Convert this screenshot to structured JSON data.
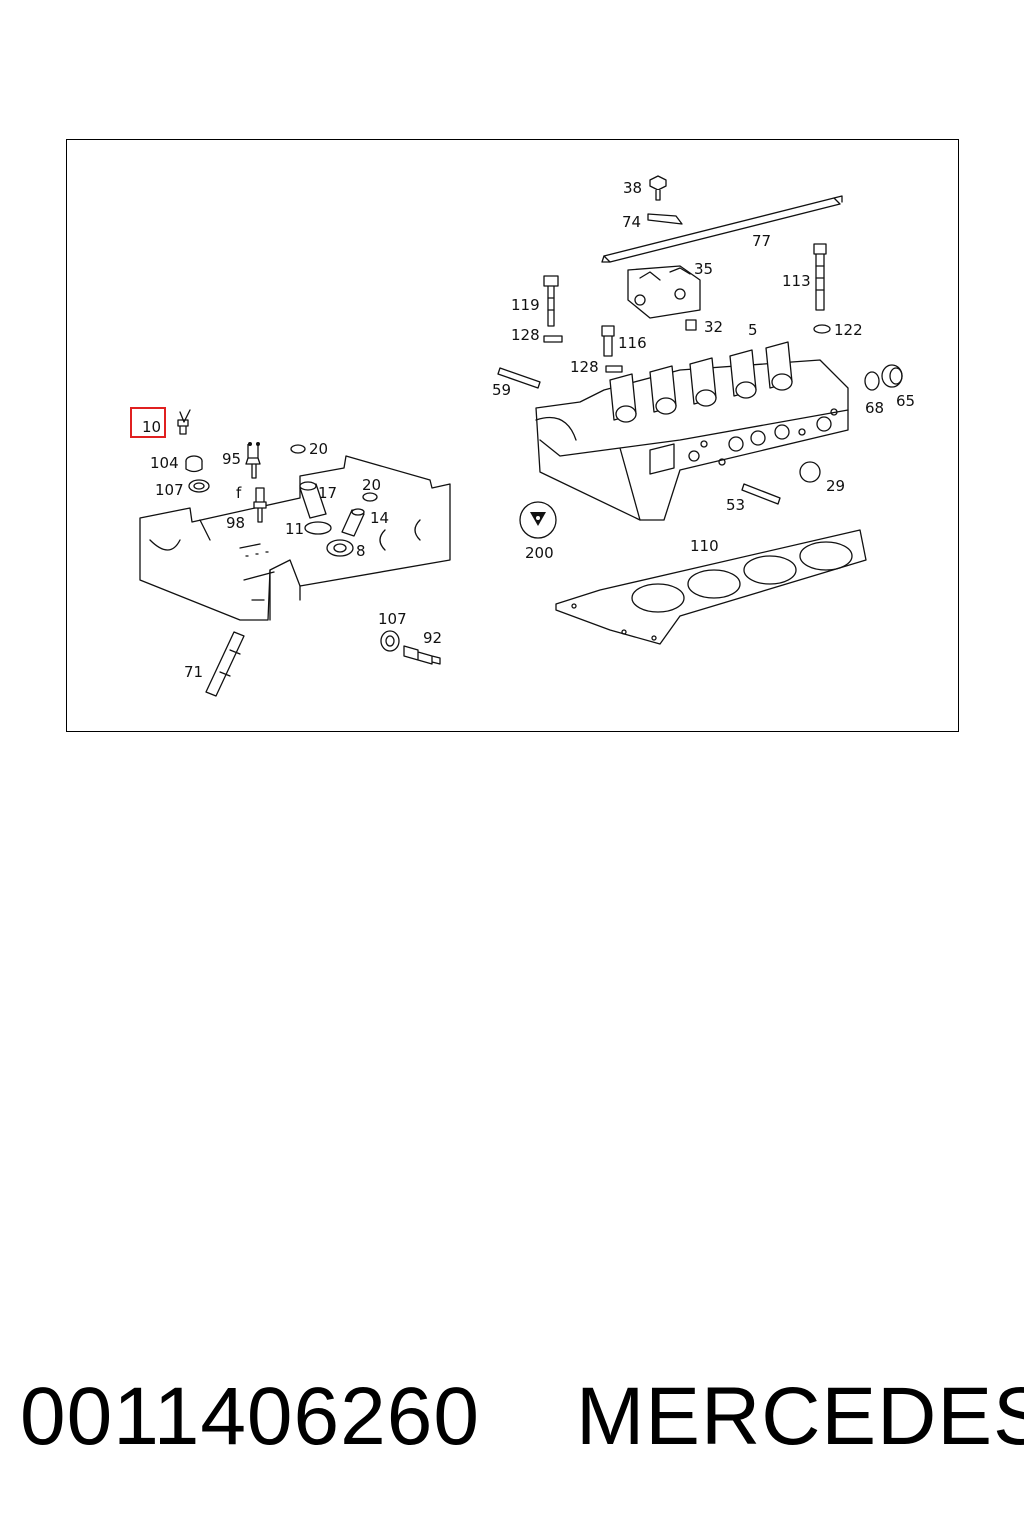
{
  "diagram": {
    "highlight_label": "10",
    "highlight_color": "#e02020",
    "callouts": {
      "c38": "38",
      "c74": "74",
      "c77": "77",
      "c35": "35",
      "c113": "113",
      "c119": "119",
      "c128a": "128",
      "c116": "116",
      "c32": "32",
      "c5": "5",
      "c122": "122",
      "c128b": "128",
      "c59": "59",
      "c68": "68",
      "c65": "65",
      "c104": "104",
      "c95": "95",
      "c20a": "20",
      "c107a": "107",
      "c17": "17",
      "c20b": "20",
      "c98": "98",
      "c14": "14",
      "c11": "11",
      "c8": "8",
      "c200": "200",
      "c53": "53",
      "c29": "29",
      "c110": "110",
      "c107b": "107",
      "c92": "92",
      "c71": "71"
    }
  },
  "footer": {
    "part_number": "0011406260",
    "brand": "MERCEDES"
  }
}
